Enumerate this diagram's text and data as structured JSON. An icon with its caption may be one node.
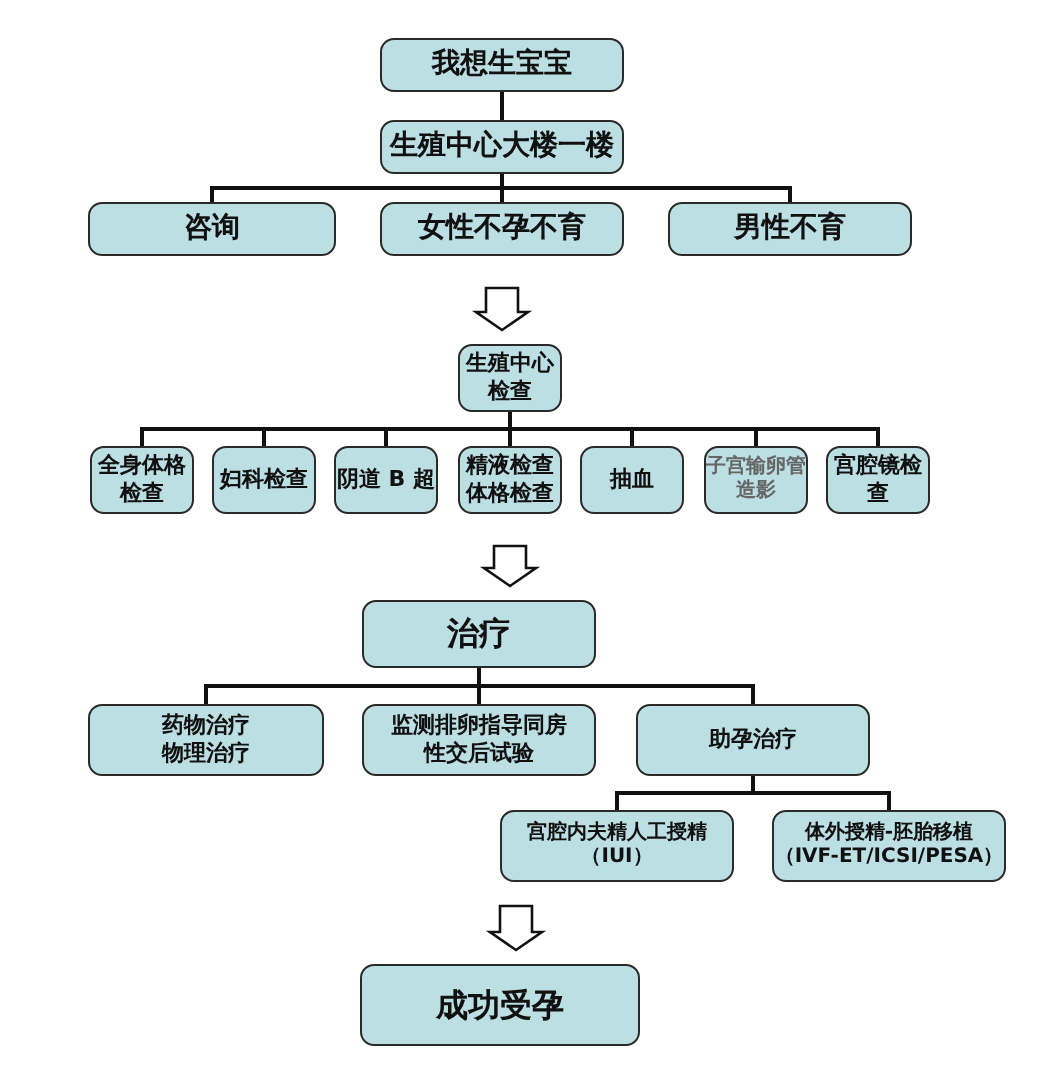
{
  "diagram": {
    "nodes": [
      {
        "text": [
          "我想生宝宝"
        ]
      },
      {
        "text": [
          "生殖中心大楼一楼"
        ]
      },
      {
        "text": [
          "咨询"
        ]
      },
      {
        "text": [
          "女性不孕不育"
        ]
      },
      {
        "text": [
          "男性不育"
        ]
      },
      {
        "text": [
          "生殖中心检查"
        ]
      },
      {
        "text": [
          "全身体格检查"
        ]
      },
      {
        "text": [
          "妇科检查"
        ]
      },
      {
        "text": [
          "阴道 B 超"
        ]
      },
      {
        "text": [
          "精液检查",
          "体格检查"
        ]
      },
      {
        "text": [
          "抽血"
        ]
      },
      {
        "text": [
          "子宫输卵管造影"
        ]
      },
      {
        "text": [
          "宫腔镜检查"
        ]
      },
      {
        "text": [
          "治疗"
        ]
      },
      {
        "text": [
          "药物治疗",
          "物理治疗"
        ]
      },
      {
        "text": [
          "监测排卵指导同房",
          "性交后试验"
        ]
      },
      {
        "text": [
          "助孕治疗"
        ]
      },
      {
        "text": [
          "宫腔内夫精人工授精（IUI）"
        ]
      },
      {
        "text": [
          "体外授精-胚胎移植（IVF-ET/ICSI/PESA）"
        ]
      },
      {
        "text": [
          "成功受孕"
        ]
      }
    ],
    "edges": [
      {
        "from": 0,
        "to": 1,
        "arrow": "none"
      },
      {
        "from": 1,
        "to": 2,
        "arrow": "none"
      },
      {
        "from": 1,
        "to": 3,
        "arrow": "none"
      },
      {
        "from": 1,
        "to": 4,
        "arrow": "none"
      },
      {
        "from": 3,
        "to": 5,
        "arrow": "to",
        "style": "thick"
      },
      {
        "from": 5,
        "to": 6,
        "arrow": "none"
      },
      {
        "from": 5,
        "to": 7,
        "arrow": "none"
      },
      {
        "from": 5,
        "to": 8,
        "arrow": "none"
      },
      {
        "from": 5,
        "to": 9,
        "arrow": "none"
      },
      {
        "from": 5,
        "to": 10,
        "arrow": "none"
      },
      {
        "from": 5,
        "to": 11,
        "arrow": "none"
      },
      {
        "from": 5,
        "to": 12,
        "arrow": "none"
      },
      {
        "from": 9,
        "to": 13,
        "arrow": "to",
        "style": "thick"
      },
      {
        "from": 13,
        "to": 14,
        "arrow": "none"
      },
      {
        "from": 13,
        "to": 15,
        "arrow": "none"
      },
      {
        "from": 13,
        "to": 16,
        "arrow": "none"
      },
      {
        "from": 16,
        "to": 17,
        "arrow": "none"
      },
      {
        "from": 16,
        "to": 18,
        "arrow": "none"
      },
      {
        "from": null,
        "to": 19,
        "arrow": "to",
        "style": "thick"
      }
    ]
  }
}
